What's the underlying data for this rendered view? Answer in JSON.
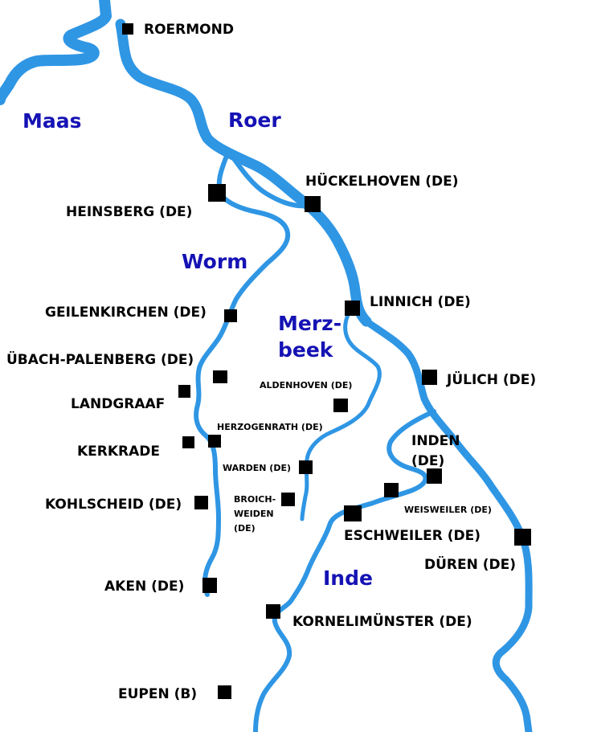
{
  "colors": {
    "river": "#2f96e4",
    "river_label": "#1512b4",
    "town_marker": "#000000",
    "town_label": "#000000",
    "background": "#ffffff"
  },
  "rivers": {
    "maas": "Maas",
    "roer": "Roer",
    "worm": "Worm",
    "merzbeek_line1": "Merz-",
    "merzbeek_line2": "beek",
    "inde": "Inde"
  },
  "towns": {
    "roermond": "ROERMOND",
    "heinsberg": "HEINSBERG (DE)",
    "huckelhoven": "HÜCKELHOVEN (DE)",
    "geilenkirchen": "GEILENKIRCHEN (DE)",
    "linnich": "LINNICH (DE)",
    "ubach_palenberg": "ÜBACH-PALENBERG (DE)",
    "julich": "JÜLICH (DE)",
    "aldenhoven": "ALDENHOVEN (DE)",
    "landgraaf": "LANDGRAAF",
    "herzogenrath": "HERZOGENRATH (DE)",
    "kerkrade": "KERKRADE",
    "inden_line1": "INDEN",
    "inden_line2": "(DE)",
    "warden": "WARDEN (DE)",
    "kohlscheid": "KOHLSCHEID (DE)",
    "broichweiden_line1": "BROICH-",
    "broichweiden_line2": "WEIDEN",
    "broichweiden_line3": "(DE)",
    "weisweiler": "WEISWEILER (DE)",
    "eschweiler": "ESCHWEILER (DE)",
    "duren": "DÜREN (DE)",
    "aken": "AKEN (DE)",
    "kornelimunster": "KORNELIMÜNSTER (DE)",
    "eupen": "EUPEN (B)"
  }
}
